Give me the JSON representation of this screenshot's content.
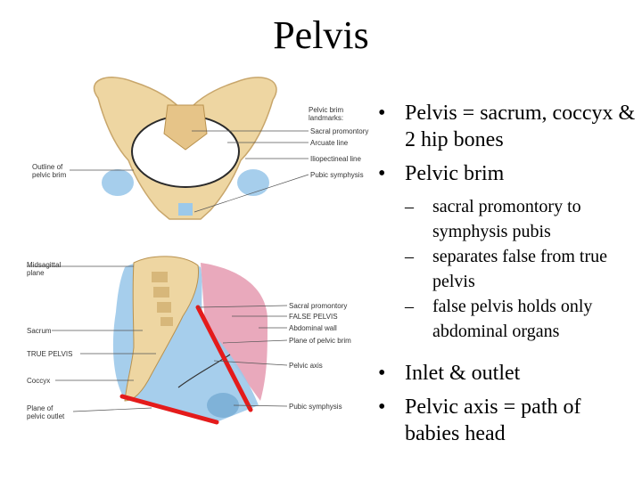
{
  "title": "Pelvis",
  "bullets": [
    {
      "text": "Pelvis = sacrum, coccyx & 2 hip bones"
    },
    {
      "text": "Pelvic brim",
      "subs": [
        "sacral promontory to symphysis pubis",
        "separates false from true pelvis",
        "false pelvis holds only abdominal organs"
      ]
    },
    {
      "text": "Inlet & outlet"
    },
    {
      "text": "Pelvic axis = path of babies head"
    }
  ],
  "top_figure": {
    "left_labels": [
      "Outline of pelvic brim"
    ],
    "right_labels": [
      "Pelvic brim landmarks:",
      "Sacral promontory",
      "Arcuate line",
      "Iliopectineal line",
      "Pubic symphysis"
    ]
  },
  "bottom_figure": {
    "left_labels": [
      "Midsagittal plane",
      "Sacrum",
      "TRUE PELVIS",
      "Coccyx",
      "Plane of pelvic outlet"
    ],
    "right_labels": [
      "Sacral promontory",
      "FALSE PELVIS",
      "Abdominal wall",
      "Plane of pelvic brim",
      "Pelvic axis",
      "Pubic symphysis"
    ]
  },
  "colors": {
    "bone": "#eed6a2",
    "false_pelvis": "#e59ab0",
    "true_pelvis": "#9cc9ea",
    "plane_line": "#e41b1b"
  }
}
